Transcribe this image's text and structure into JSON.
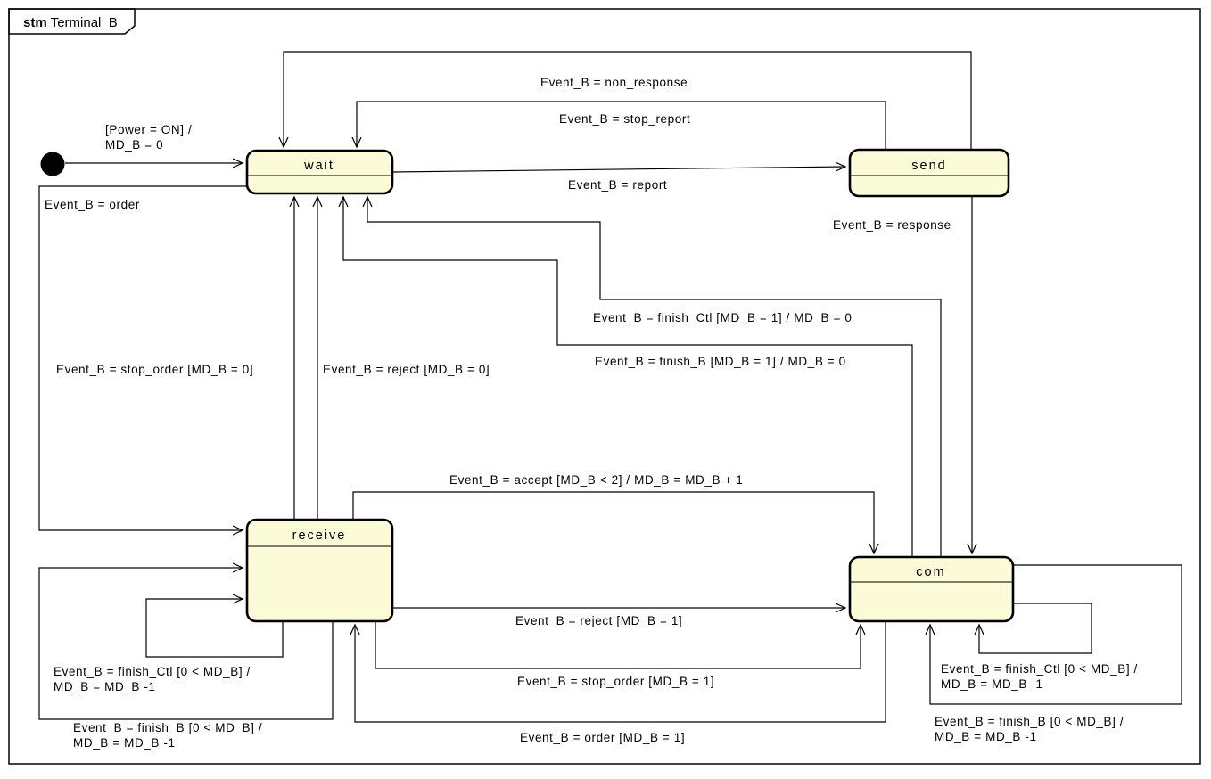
{
  "frame": {
    "keyword": "stm",
    "name": "Terminal_B"
  },
  "colors": {
    "state_fill": "#fcfbd7",
    "state_border": "#000000",
    "line_color": "#000000",
    "background": "#ffffff"
  },
  "states": [
    {
      "name": "wait"
    },
    {
      "name": "send"
    },
    {
      "name": "receive"
    },
    {
      "name": "com"
    }
  ],
  "initial_state": {
    "kind": "initial-pseudostate"
  },
  "transitions": [
    {
      "from": "initial",
      "to": "wait",
      "lines": [
        "[Power = ON] /",
        "MD_B = 0"
      ]
    },
    {
      "from": "wait",
      "to": "send",
      "label": "Event_B = report"
    },
    {
      "from": "send",
      "to": "wait",
      "label": "Event_B = non_response"
    },
    {
      "from": "send",
      "to": "wait",
      "label": "Event_B = stop_report"
    },
    {
      "from": "send",
      "to": "com",
      "label": "Event_B = response"
    },
    {
      "from": "wait",
      "to": "receive",
      "label": "Event_B = order"
    },
    {
      "from": "receive",
      "to": "wait",
      "label": "Event_B = stop_order [MD_B = 0]"
    },
    {
      "from": "receive",
      "to": "wait",
      "label": "Event_B = reject [MD_B = 0]"
    },
    {
      "from": "com",
      "to": "wait",
      "label": "Event_B = finish_Ctl [MD_B = 1] / MD_B = 0"
    },
    {
      "from": "com",
      "to": "wait",
      "label": "Event_B = finish_B [MD_B = 1] / MD_B = 0"
    },
    {
      "from": "receive",
      "to": "com",
      "label": "Event_B = accept [MD_B < 2] / MD_B = MD_B + 1"
    },
    {
      "from": "receive",
      "to": "com",
      "label": "Event_B = reject [MD_B = 1]"
    },
    {
      "from": "receive",
      "to": "com",
      "label": "Event_B = stop_order [MD_B = 1]"
    },
    {
      "from": "com",
      "to": "receive",
      "label": "Event_B = order [MD_B = 1]"
    },
    {
      "from": "receive",
      "to": "receive",
      "lines": [
        "Event_B = finish_Ctl [0 < MD_B] /",
        "MD_B = MD_B -1"
      ]
    },
    {
      "from": "receive",
      "to": "receive",
      "lines": [
        "Event_B = finish_B [0 < MD_B] /",
        "MD_B = MD_B -1"
      ]
    },
    {
      "from": "com",
      "to": "com",
      "lines": [
        "Event_B = finish_Ctl [0 < MD_B] /",
        "MD_B = MD_B -1"
      ]
    },
    {
      "from": "com",
      "to": "com",
      "lines": [
        "Event_B = finish_B [0 < MD_B] /",
        "MD_B = MD_B -1"
      ]
    }
  ]
}
